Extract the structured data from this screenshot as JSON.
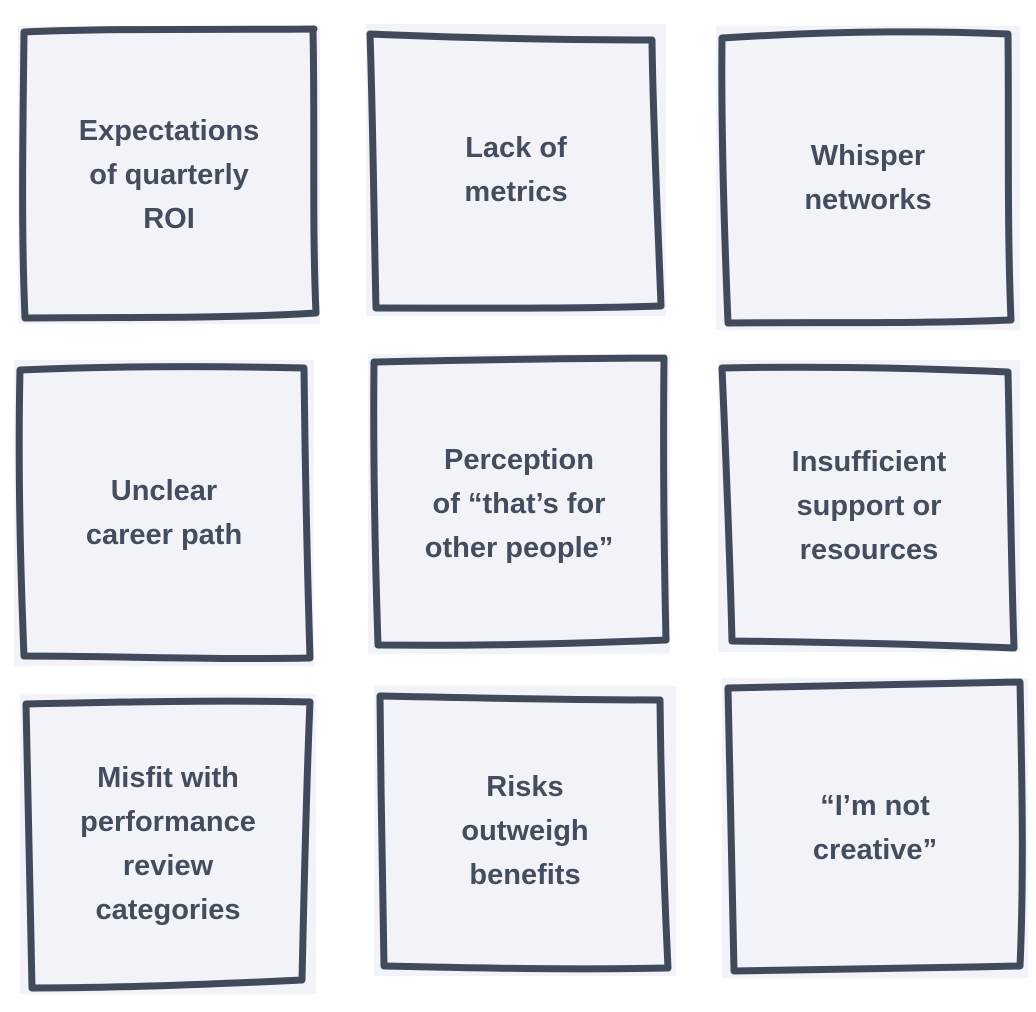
{
  "cards": [
    {
      "line1": "Expectations",
      "line2": "of quarterly",
      "line3": "ROI",
      "line4": ""
    },
    {
      "line1": "Lack of",
      "line2": "metrics",
      "line3": "",
      "line4": ""
    },
    {
      "line1": "Whisper",
      "line2": "networks",
      "line3": "",
      "line4": ""
    },
    {
      "line1": "Unclear",
      "line2": "career path",
      "line3": "",
      "line4": ""
    },
    {
      "line1": "Perception",
      "line2": "of “that’s for",
      "line3": "other people”",
      "line4": ""
    },
    {
      "line1": "Insufficient",
      "line2": "support or",
      "line3": "resources",
      "line4": ""
    },
    {
      "line1": "Misfit with",
      "line2": "performance",
      "line3": "review",
      "line4": "categories"
    },
    {
      "line1": "Risks",
      "line2": "outweigh",
      "line3": "benefits",
      "line4": ""
    },
    {
      "line1": "“I’m not",
      "line2": "creative”",
      "line3": "",
      "line4": ""
    }
  ]
}
